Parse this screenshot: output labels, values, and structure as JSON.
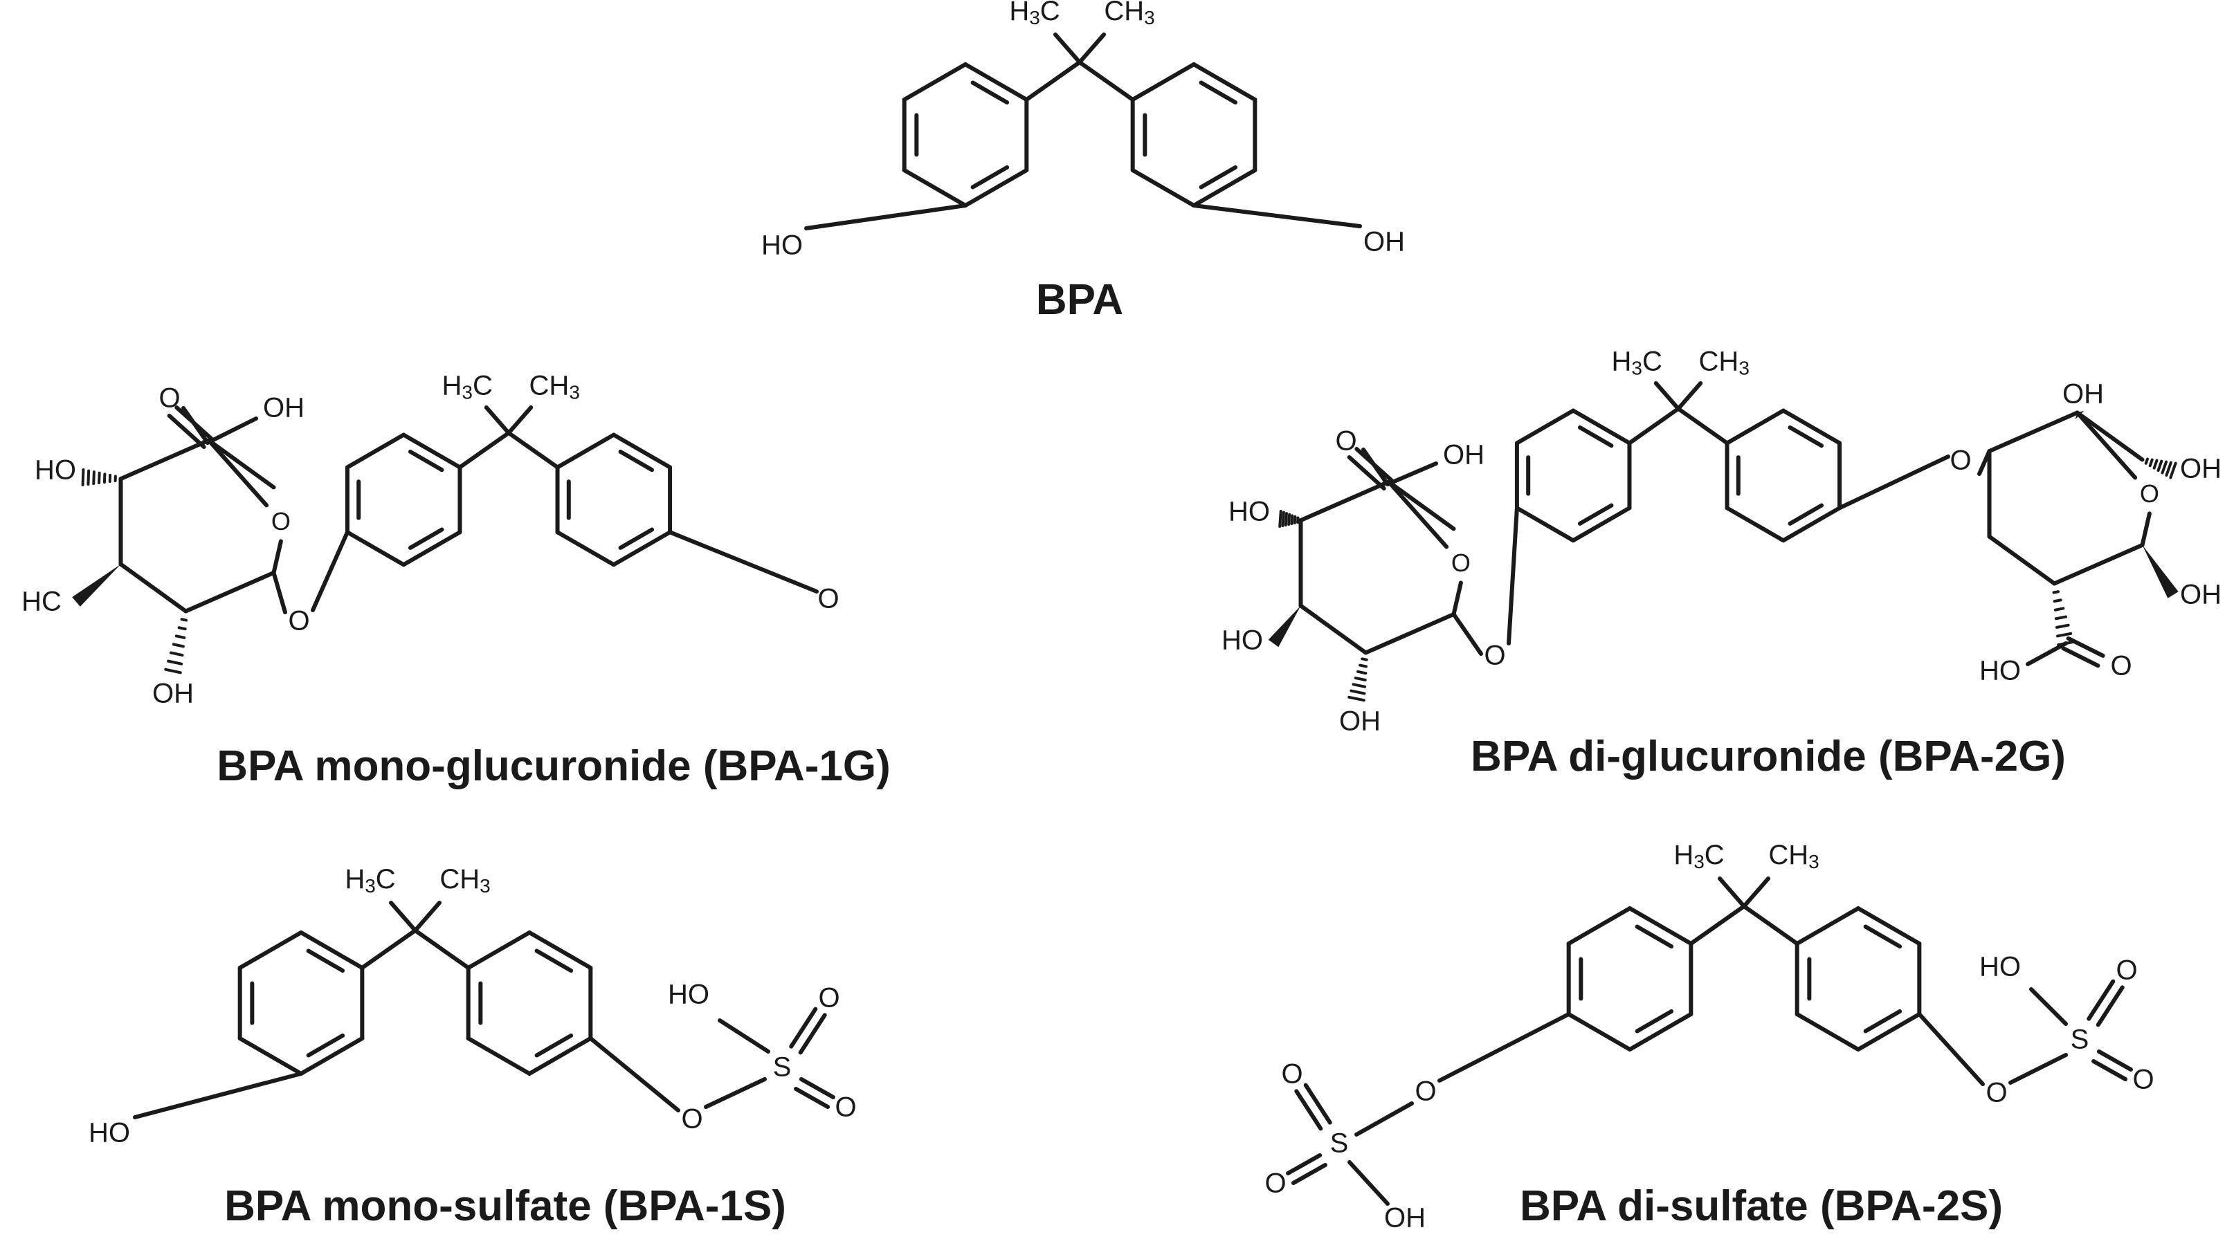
{
  "captions": {
    "bpa": "BPA",
    "bpa1g": "BPA mono-glucuronide (BPA-1G)",
    "bpa2g": "BPA di-glucuronide (BPA-2G)",
    "bpa1s": "BPA mono-sulfate (BPA-1S)",
    "bpa2s": "BPA di-sulfate (BPA-2S)"
  },
  "atom_labels": {
    "methyl_left": "H3C",
    "methyl_right": "CH3",
    "hydroxyl": "OH",
    "hydroxyl_left": "HO",
    "oxygen": "O",
    "sulfur": "S",
    "methyl_partial": "HC",
    "ring_o": "O"
  }
}
